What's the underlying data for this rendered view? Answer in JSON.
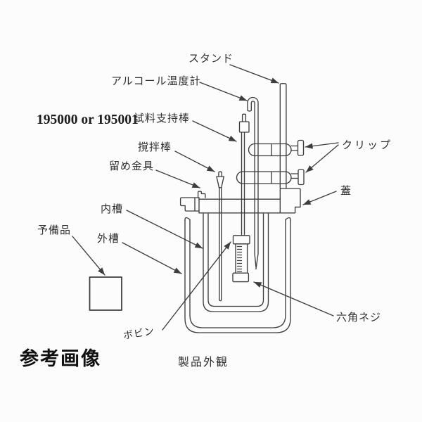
{
  "diagram": {
    "part_number": "195000 or 195001",
    "labels": {
      "stand": "スタンド",
      "alcohol_thermometer": "アルコール温度計",
      "sample_support_rod": "試料支持棒",
      "stirring_rod": "撹拌棒",
      "fastener": "留め金具",
      "inner_tank": "内槽",
      "spare_part": "予備品",
      "outer_tank": "外槽",
      "clip": "クリップ",
      "lid": "蓋",
      "hex_screw": "六角ネジ",
      "bobbin": "ボビン"
    },
    "captions": {
      "reference_image": "参考画像",
      "product_appearance": "製品外観"
    },
    "colors": {
      "line": "#3d3d3d",
      "text": "#2f2f2f",
      "background": "#fcfcfc"
    }
  }
}
